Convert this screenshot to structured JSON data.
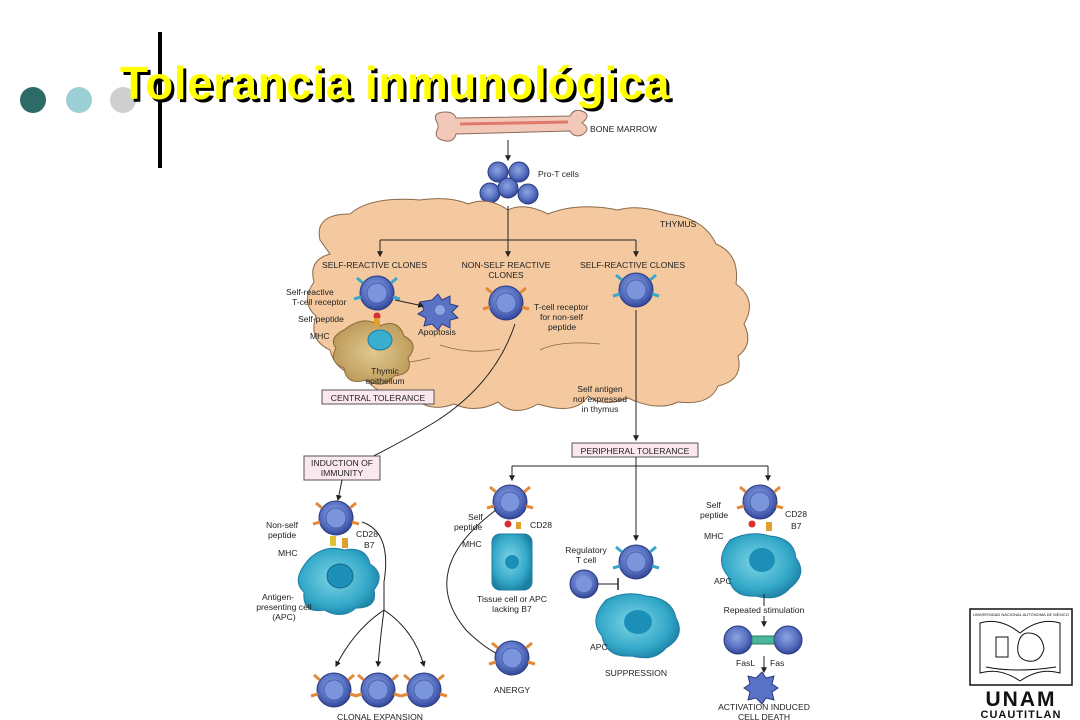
{
  "slide": {
    "title": "Tolerancia inmunológica",
    "bullet_colors": [
      "#2e6b66",
      "#9ccfd4",
      "#cfcfcf"
    ]
  },
  "diagram": {
    "bone_marrow": "BONE MARROW",
    "pro_t_cells": "Pro-T cells",
    "thymus": "THYMUS",
    "self_reactive_clones": "SELF-REACTIVE CLONES",
    "nonself_reactive_clones_1": "NON-SELF REACTIVE",
    "nonself_reactive_clones_2": "CLONES",
    "self_reactive_clones_right": "SELF-REACTIVE CLONES",
    "self_reactive_receptor_1": "Self-reactive",
    "self_reactive_receptor_2": "T-cell receptor",
    "self_peptide_thymus": "Self-peptide",
    "mhc_thymus": "MHC",
    "apoptosis": "Apoptosis",
    "thymic_epithelium_1": "Thymic",
    "thymic_epithelium_2": "epithelium",
    "tcr_nonself_1": "T-cell receptor",
    "tcr_nonself_2": "for non-self",
    "tcr_nonself_3": "peptide",
    "self_antigen_1": "Self antigen",
    "self_antigen_2": "not expressed",
    "self_antigen_3": "in thymus",
    "central_tolerance": "CENTRAL TOLERANCE",
    "induction_1": "INDUCTION OF",
    "induction_2": "IMMUNITY",
    "peripheral_tolerance": "PERIPHERAL TOLERANCE",
    "nonself_peptide_1": "Non-self",
    "nonself_peptide_2": "peptide",
    "cd28_a": "CD28",
    "mhc_a": "MHC",
    "b7_a": "B7",
    "apc_1": "Antigen-",
    "apc_2": "presenting cell",
    "apc_3": "(APC)",
    "clonal_expansion": "CLONAL EXPANSION",
    "self_peptide_b_1": "Self",
    "self_peptide_b_2": "peptide",
    "cd28_b": "CD28",
    "mhc_b": "MHC",
    "tissue_cell_1": "Tissue cell or APC",
    "tissue_cell_2": "lacking B7",
    "anergy": "ANERGY",
    "regulatory_1": "Regulatory",
    "regulatory_2": "T cell",
    "apc_c": "APC",
    "suppression": "SUPPRESSION",
    "self_peptide_d_1": "Self",
    "self_peptide_d_2": "peptide",
    "cd28_d": "CD28",
    "b7_d": "B7",
    "mhc_d": "MHC",
    "apc_d": "APC",
    "repeated_stimulation": "Repeated stimulation",
    "fasl": "FasL",
    "fas": "Fas",
    "aicd_1": "ACTIVATION INDUCED",
    "aicd_2": "CELL DEATH"
  },
  "logo": {
    "university_line": "UNIVERSIDAD NACIONAL AUTÓNOMA DE MÉXICO",
    "unam": "UNAM",
    "cuautitlan": "CUAUTITLAN"
  }
}
